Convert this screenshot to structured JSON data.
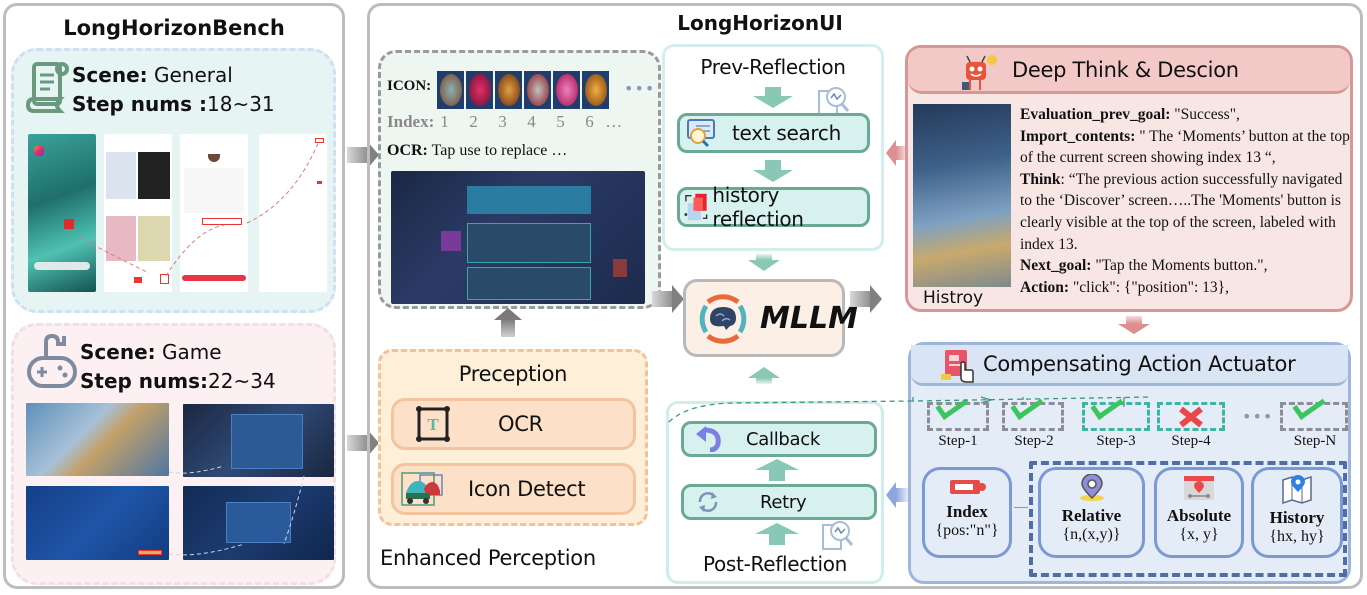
{
  "bench": {
    "title": "LongHorizonBench",
    "general": {
      "scene_label": "Scene:",
      "scene_value": "General",
      "steps_label": "Step nums :",
      "steps_value": "18~31",
      "icon": "scroll-icon"
    },
    "game": {
      "scene_label": "Scene:",
      "scene_value": "Game",
      "steps_label": "Step nums:",
      "steps_value": "22~34",
      "icon": "gamepad-icon"
    }
  },
  "ui": {
    "title": "LongHorizonUI",
    "perception_example": {
      "icon_label": "ICON:",
      "index_label": "Index:",
      "indices": [
        "1",
        "2",
        "3",
        "4",
        "5",
        "6",
        "…"
      ],
      "ellipsis": "•••",
      "ocr_label": "OCR:",
      "ocr_text": "Tap use to replace …"
    },
    "perception": {
      "title": "Preception",
      "items": [
        {
          "label": "OCR",
          "icon": "text-box-icon"
        },
        {
          "label": "Icon Detect",
          "icon": "car-detect-icon"
        }
      ],
      "caption": "Enhanced Perception"
    },
    "prev_reflection": {
      "title": "Prev-Reflection",
      "items": [
        {
          "label": "text search",
          "icon": "magnifier-doc-icon"
        },
        {
          "label": "history reflection",
          "icon": "history-doc-icon"
        }
      ]
    },
    "mllm": {
      "label": "MLLM",
      "icon": "brain-icon"
    },
    "post_reflection": {
      "title": "Post-Reflection",
      "items": [
        {
          "label": "Callback",
          "icon": "undo-arrow-icon"
        },
        {
          "label": "Retry",
          "icon": "refresh-icon"
        }
      ]
    },
    "deep_think": {
      "title": "Deep Think & Descion",
      "history_caption": "Histroy",
      "fields": [
        {
          "key": "Evaluation_prev_goal:",
          "value": " \"Success\","
        },
        {
          "key": "Import_contents:",
          "value": " \" The ‘Moments’ button at the top of the current screen showing index 13 “,"
        },
        {
          "key": "Think",
          "value": ": “The previous action successfully navigated to the ‘Discover’ screen…..The 'Moments' button is clearly visible at the top of the screen, labeled with index 13."
        },
        {
          "key": "Next_goal:",
          "value": " \"Tap the Moments button.\","
        },
        {
          "key": "Action:",
          "value": " \"click\": {\"position\": 13},"
        }
      ]
    },
    "actuator": {
      "title": "Compensating Action Actuator",
      "steps": [
        {
          "label": "Step-1",
          "status": "success"
        },
        {
          "label": "Step-2",
          "status": "success"
        },
        {
          "label": "Step-3",
          "status": "success"
        },
        {
          "label": "Step-4",
          "status": "fail"
        },
        {
          "label": "Step-N",
          "status": "success"
        }
      ],
      "steps_ellipsis": "•••",
      "modes": [
        {
          "title": "Index",
          "sub": "{pos:\"n\"}",
          "icon": "tag-icon"
        },
        {
          "title": "Relative",
          "sub": "{n,(x,y)}",
          "icon": "location-pin-icon"
        },
        {
          "title": "Absolute",
          "sub": "{x, y}",
          "icon": "screen-pin-icon"
        },
        {
          "title": "History",
          "sub": "{hx, hy}",
          "icon": "map-pin-icon"
        }
      ]
    }
  },
  "colors": {
    "teal_arrow": "#89c8b4",
    "red_accent": "#d79796",
    "blue_accent": "#9fb6db",
    "orange_accent": "#f3c49d",
    "check_green": "#3cc55c",
    "fail_red": "#e8484a"
  }
}
